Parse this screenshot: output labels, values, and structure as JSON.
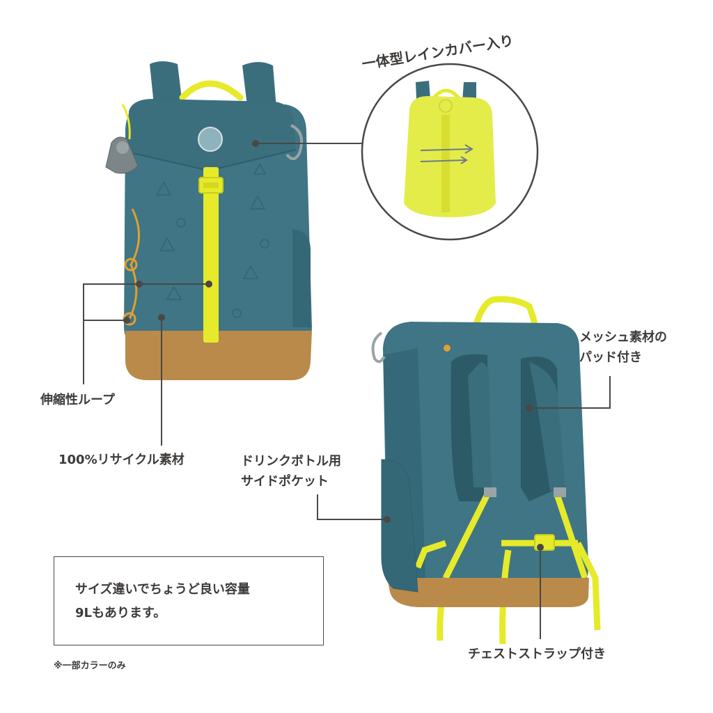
{
  "colors": {
    "bag_blue": "#3f7584",
    "bag_dark": "#2f5e6b",
    "strap_yellow": "#e6ea2a",
    "bottom_brown": "#b98a4a",
    "cover_yellow": "#e4ec4a",
    "line": "#4a4745"
  },
  "labels": {
    "rain_cover": "一体型レインカバー入り",
    "elastic_loop": "伸縮性ループ",
    "recycled": "100%リサイクル素材",
    "bottle_pocket_line1": "ドリンクボトル用",
    "bottle_pocket_line2": "サイドポケット",
    "mesh_pad_line1": "メッシュ素材の",
    "mesh_pad_line2": "パッド付き",
    "chest_strap": "チェストストラップ付き"
  },
  "note": {
    "line1": "サイズ違いでちょうど良い容量",
    "line2": "9Lもあります。"
  },
  "footnote": "※一部カラーのみ"
}
